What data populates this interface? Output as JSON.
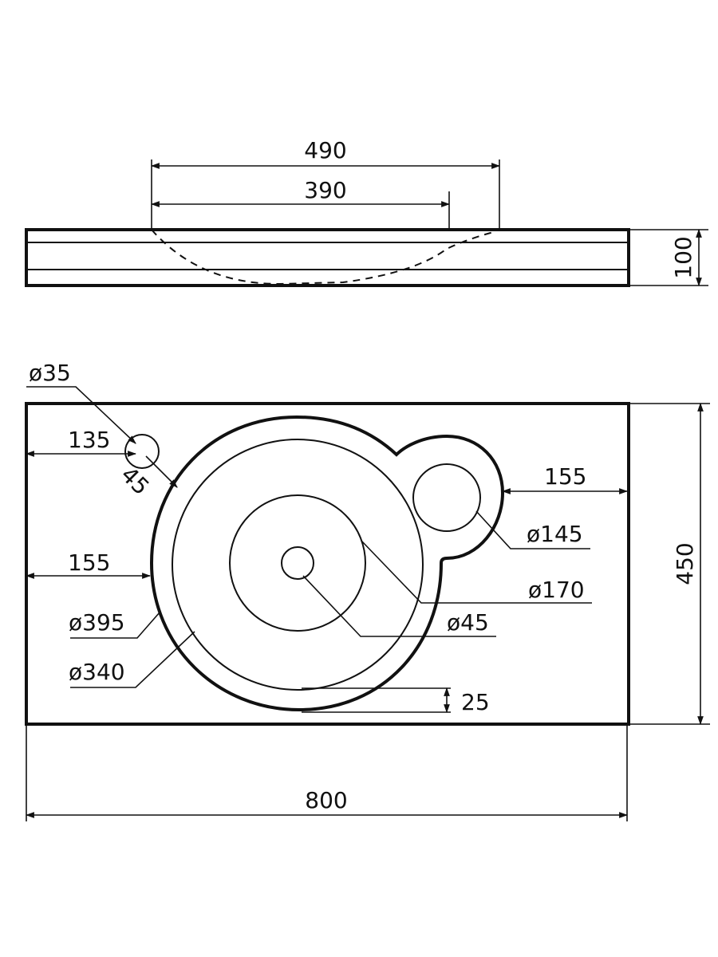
{
  "side_view": {
    "top_width": "490",
    "bottom_width": "390",
    "thickness": "100"
  },
  "top_view": {
    "overflow_hole_diameter": "ø35",
    "overflow_hole_offset": "135",
    "overflow_hole_angle": "45",
    "left_offset_main_bowl": "155",
    "right_offset_small_bowl": "155",
    "small_bowl_diameter": "ø145",
    "inner_ring_diameter": "ø170",
    "drain_diameter": "ø45",
    "outer_bowl_diameter": "ø395",
    "inner_bowl_diameter": "ø340",
    "rim_width": "25",
    "total_depth": "450",
    "total_width": "800"
  }
}
